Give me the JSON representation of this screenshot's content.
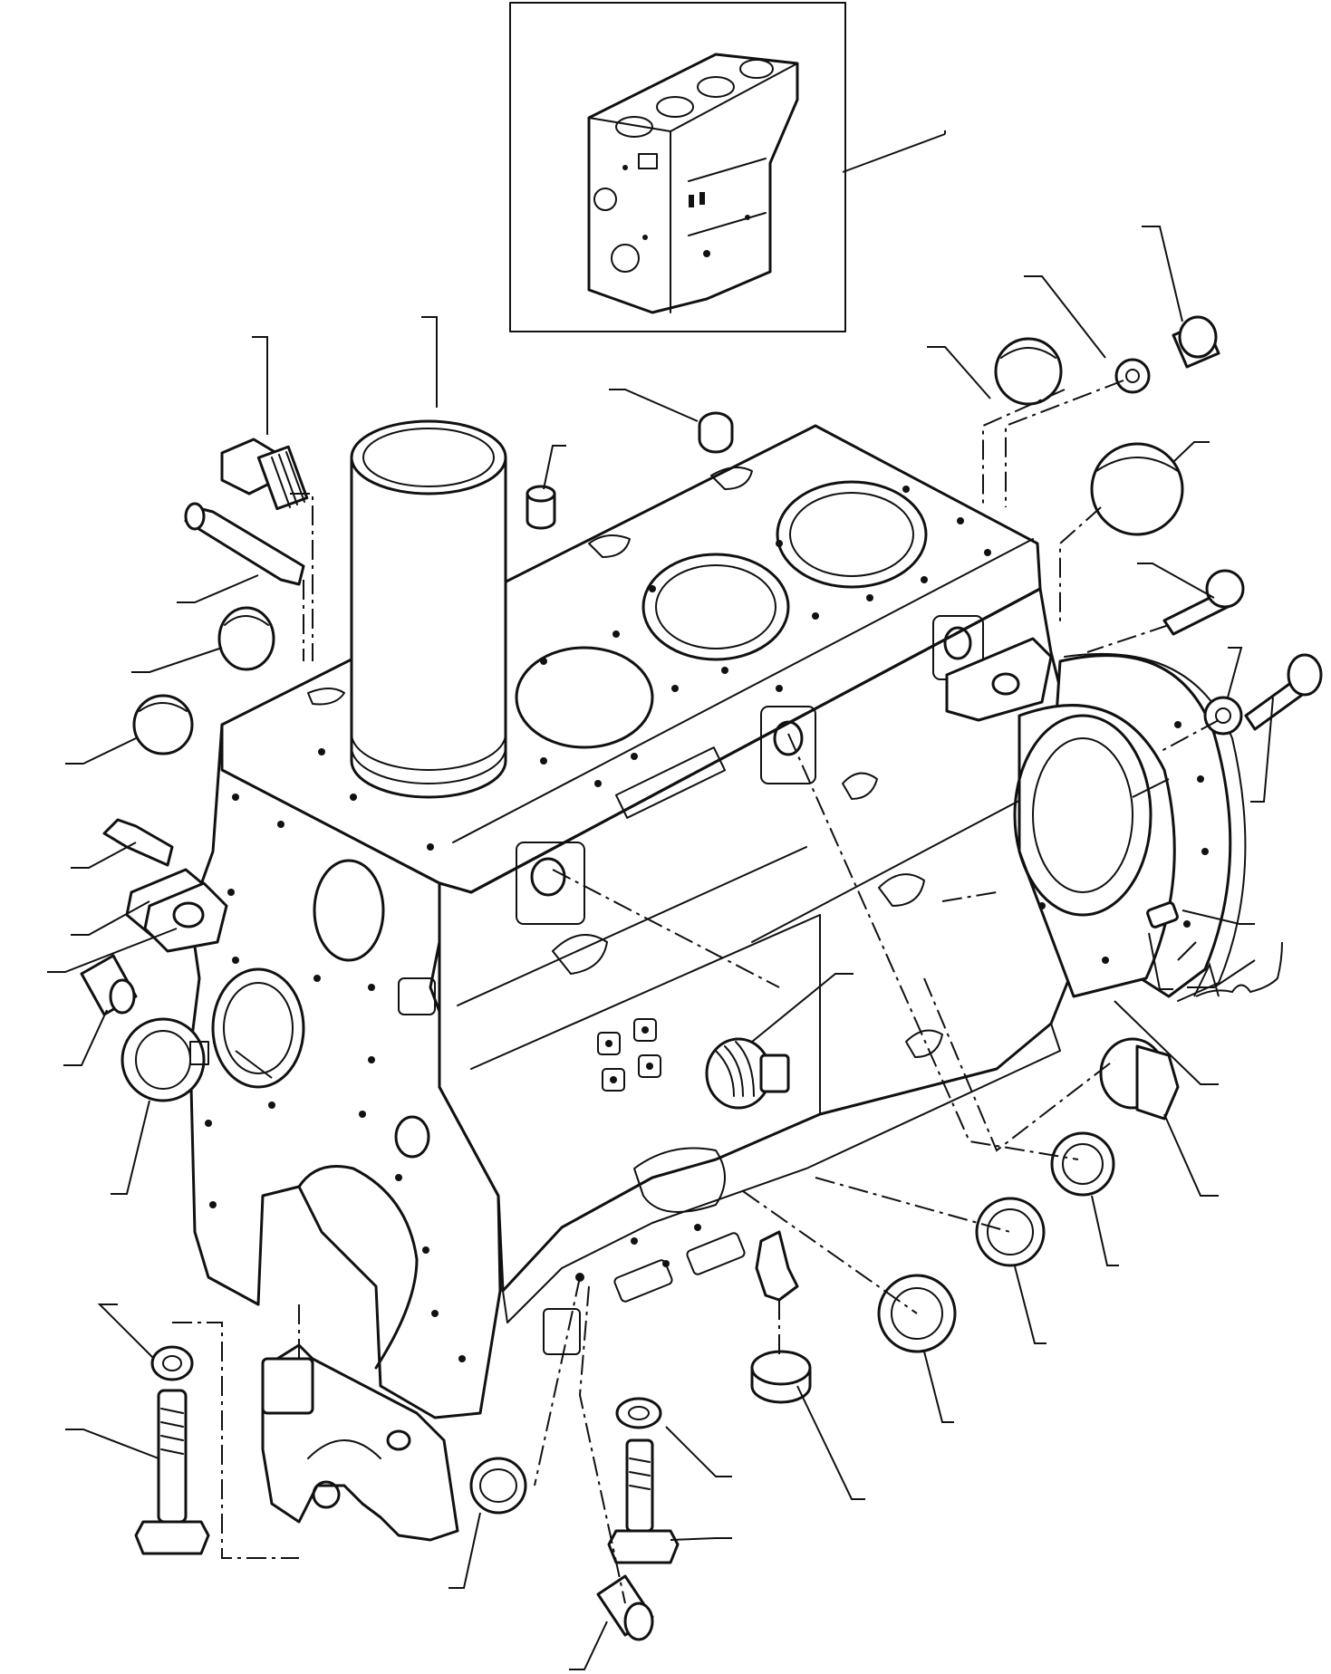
{
  "diagram": {
    "style": "exploded-parts-line-drawing",
    "subject": "engine-cylinder-block",
    "colors": {
      "stroke": "#111111",
      "background": "#ffffff"
    },
    "callout_count": 39,
    "part_labels": []
  }
}
